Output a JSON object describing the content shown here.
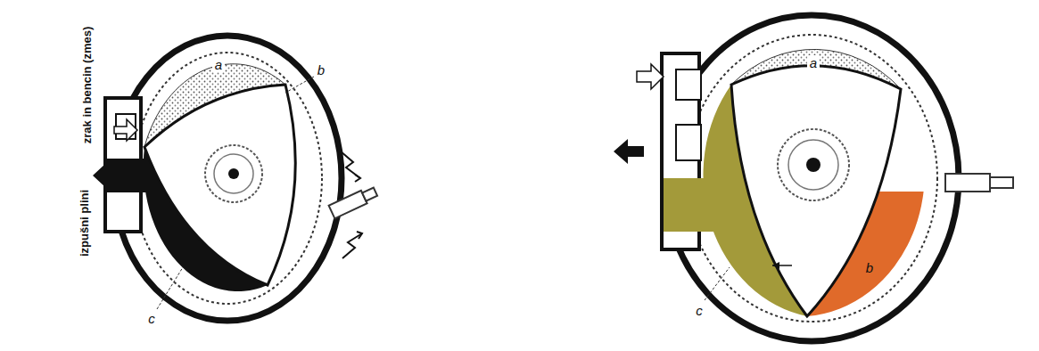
{
  "diagram": {
    "labels": [
      "zrak in bencin (zmes)",
      "izpušni plini",
      "a",
      "b",
      "c",
      "a",
      "b",
      "c"
    ]
  }
}
